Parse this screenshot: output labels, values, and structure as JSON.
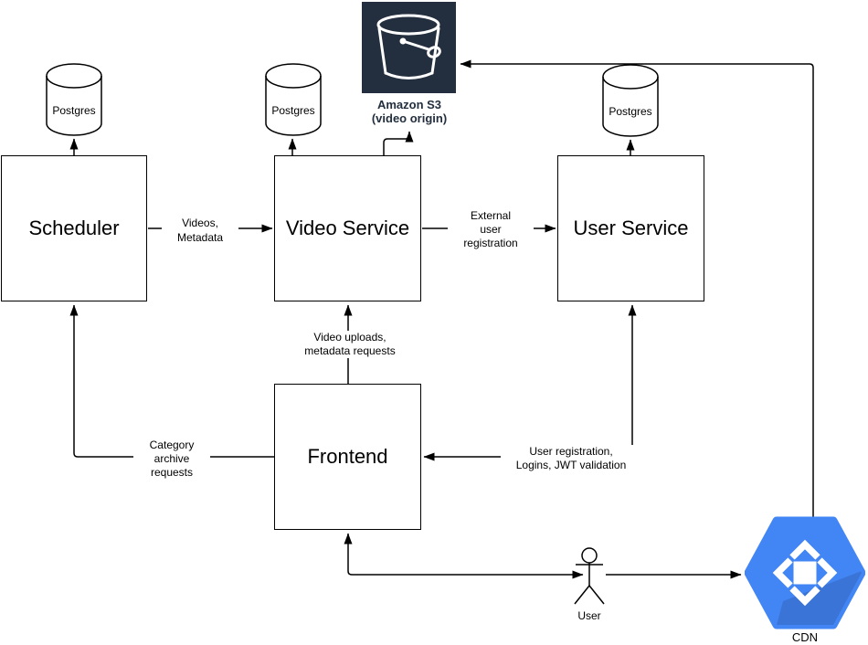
{
  "diagram": {
    "nodes": {
      "scheduler": {
        "label": "Scheduler"
      },
      "video_service": {
        "label": "Video Service"
      },
      "user_service": {
        "label": "User Service"
      },
      "frontend": {
        "label": "Frontend"
      },
      "postgres_scheduler": {
        "label": "Postgres"
      },
      "postgres_video": {
        "label": "Postgres"
      },
      "postgres_user": {
        "label": "Postgres"
      },
      "s3": {
        "label_lines": [
          "Amazon S3",
          "(video origin)"
        ]
      },
      "cdn": {
        "label": "CDN"
      },
      "user": {
        "label": "User"
      }
    },
    "edges": {
      "videos_metadata": {
        "lines": [
          "Videos,",
          "Metadata"
        ]
      },
      "external_registration": {
        "lines": [
          "External",
          "user",
          "registration"
        ]
      },
      "video_uploads": {
        "lines": [
          "Video uploads,",
          "metadata requests"
        ]
      },
      "category_archive": {
        "lines": [
          "Category",
          "archive",
          "requests"
        ]
      },
      "user_registration": {
        "lines": [
          "User registration,",
          "Logins, JWT validation"
        ]
      }
    },
    "colors": {
      "line": "#000000",
      "s3_background": "#232F3E",
      "s3_label": "#232F3E",
      "cdn_blue": "#4285F4",
      "icon_white": "#FFFFFF"
    }
  }
}
